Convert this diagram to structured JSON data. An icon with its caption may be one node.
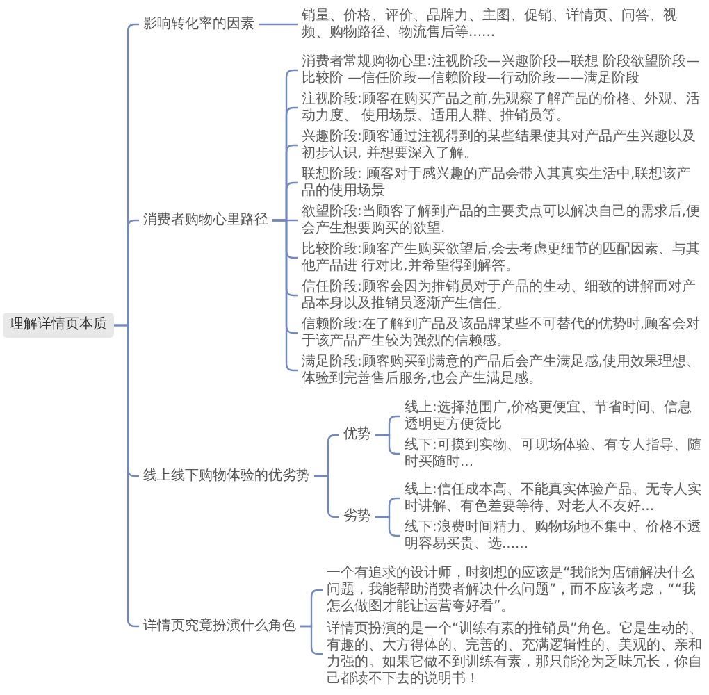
{
  "diagram": {
    "nodes": [
      {
        "text": [
          "理解详情页本质"
        ]
      },
      {
        "text": [
          "影响转化率的因素"
        ]
      },
      {
        "text": [
          "销量、价格、评价、品牌力、主图、促销、详情页、问答、视频、购物路径、物流售后等......"
        ]
      },
      {
        "text": [
          "消费者购物心里路径"
        ]
      },
      {
        "text": [
          "消费者常规购物心里:注视阶段—兴趣阶段—联想 阶段欲望阶段—比较阶 —信任阶段—信赖阶段—行动阶段——满足阶段"
        ]
      },
      {
        "text": [
          "注视阶段:顾客在购买产品之前,先观察了解产品的价格、外观、活动力度、 使用场景、适用人群、推销员等。"
        ]
      },
      {
        "text": [
          "兴趣阶段:顾客通过注视得到的某些结果使其对产品产生兴趣以及初步认识, 并想要深入了解。"
        ]
      },
      {
        "text": [
          "联想阶段: 顾客对于感兴趣的产品会带入其真实生活中,联想该产品的使用场景"
        ]
      },
      {
        "text": [
          "欲望阶段:当顾客了解到产品的主要卖点可以解决自己的需求后,便会产生想要购买的欲望."
        ]
      },
      {
        "text": [
          "比较阶段:顾客产生购买欲望后,会去考虑更细节的匹配因素、与其他产品进 行对比,并希望得到解答。"
        ]
      },
      {
        "text": [
          "信任阶段:顾客会因为推销员对于产品的生动、细致的讲解而对产品本身以及推销员逐渐产生信任。"
        ]
      },
      {
        "text": [
          "信赖阶段:在了解到产品及该品牌某些不可替代的优势时,顾客会对于该产品产生较为强烈的信赖感。"
        ]
      },
      {
        "text": [
          "满足阶段:顾客购买到满意的产品后会产生满足感,使用效果理想、体验到完善售后服务,也会产生满足感。"
        ]
      },
      {
        "text": [
          "线上线下购物体验的优劣势"
        ]
      },
      {
        "text": [
          "优势"
        ]
      },
      {
        "text": [
          "线上:选择范围广,价格更便宜、节省时间、信息透明更方便货比"
        ]
      },
      {
        "text": [
          "线下:可摸到实物、可现场体验、有专人指导、随时买随时..."
        ]
      },
      {
        "text": [
          "劣势"
        ]
      },
      {
        "text": [
          "线上:信任成本高、不能真实体验产品、无专人实时讲解、有色差要等待、对老人不友好..."
        ]
      },
      {
        "text": [
          "线下:浪费时间精力、购物场地不集中、价格不透明容易买贵、选......"
        ]
      },
      {
        "text": [
          "详情页究竟扮演什么角色"
        ]
      },
      {
        "text": [
          "一个有追求的设计师，时刻想的应该是“我能为店铺解决什么问题，我能帮助消费者解决什么问题”，而不应该考虑，““我怎么做图才能让运营夸好看”。"
        ]
      },
      {
        "text": [
          "详情页扮演的是一个“训练有素的推销员”角色。它是生动的、有趣的、大方得体的、完善的、充满逻辑性的、美观的、亲和力强的。如果它做不到训练有素，那只能沦为乏味冗长，你自己都读不下去的说明书！"
        ]
      }
    ],
    "edges": [
      {
        "from": 0,
        "to": 1,
        "arrow": "none"
      },
      {
        "from": 0,
        "to": 3,
        "arrow": "none"
      },
      {
        "from": 0,
        "to": 13,
        "arrow": "none"
      },
      {
        "from": 0,
        "to": 20,
        "arrow": "none"
      },
      {
        "from": 1,
        "to": 2,
        "arrow": "none"
      },
      {
        "from": 3,
        "to": 4,
        "arrow": "none"
      },
      {
        "from": 3,
        "to": 5,
        "arrow": "none"
      },
      {
        "from": 3,
        "to": 6,
        "arrow": "none"
      },
      {
        "from": 3,
        "to": 7,
        "arrow": "none"
      },
      {
        "from": 3,
        "to": 8,
        "arrow": "none"
      },
      {
        "from": 3,
        "to": 9,
        "arrow": "none"
      },
      {
        "from": 3,
        "to": 10,
        "arrow": "none"
      },
      {
        "from": 3,
        "to": 11,
        "arrow": "none"
      },
      {
        "from": 3,
        "to": 12,
        "arrow": "none"
      },
      {
        "from": 13,
        "to": 14,
        "arrow": "none"
      },
      {
        "from": 13,
        "to": 17,
        "arrow": "none"
      },
      {
        "from": 14,
        "to": 15,
        "arrow": "none"
      },
      {
        "from": 14,
        "to": 16,
        "arrow": "none"
      },
      {
        "from": 17,
        "to": 18,
        "arrow": "none"
      },
      {
        "from": 17,
        "to": 19,
        "arrow": "none"
      },
      {
        "from": 20,
        "to": 21,
        "arrow": "none"
      },
      {
        "from": 20,
        "to": 22,
        "arrow": "none"
      }
    ]
  }
}
